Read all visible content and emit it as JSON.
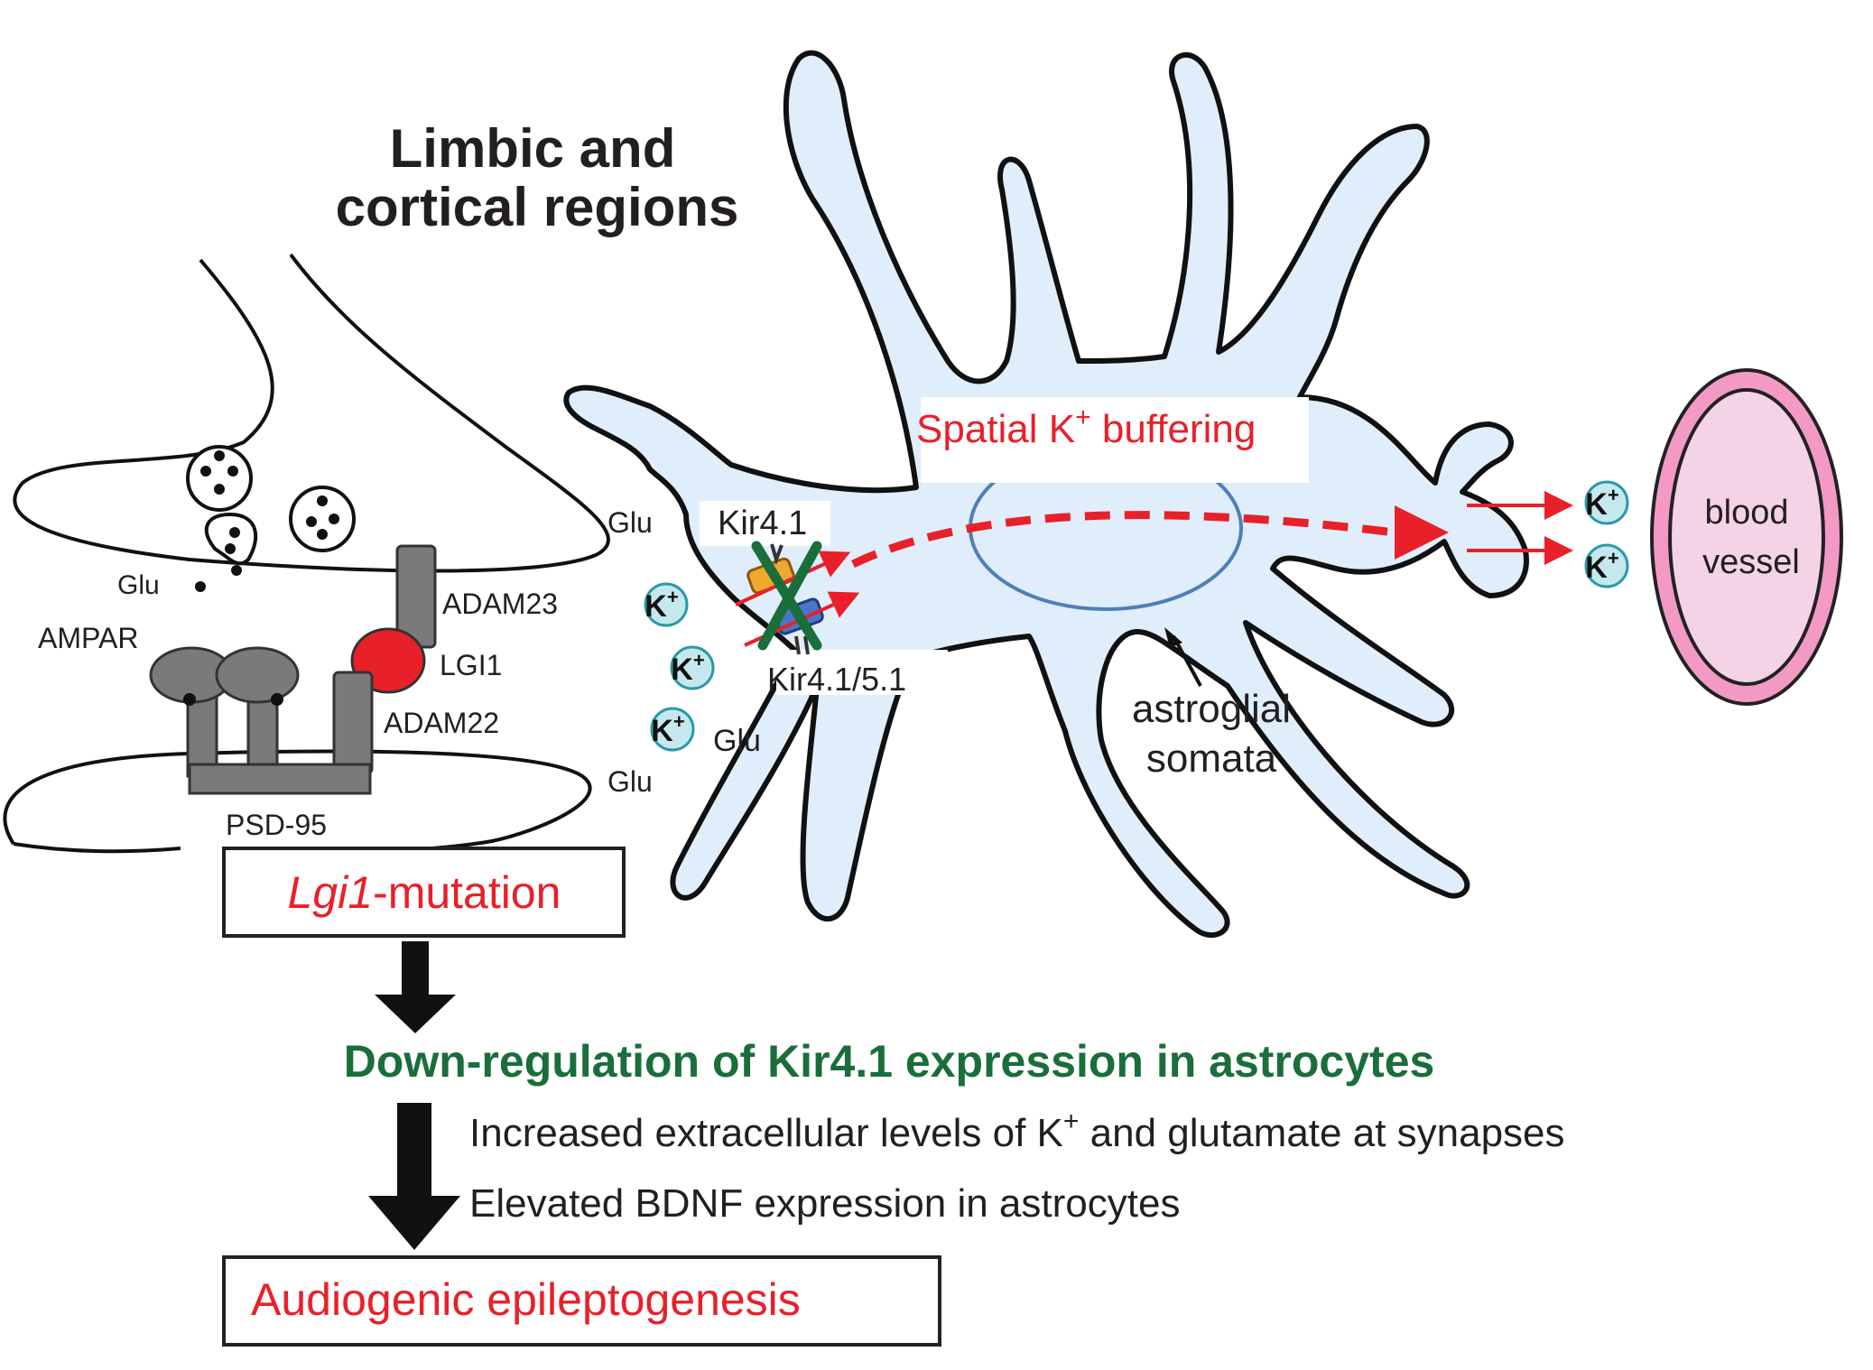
{
  "title": {
    "line1": "Limbic and",
    "line2": "cortical regions"
  },
  "synapse": {
    "glu_pre": "Glu",
    "glu_right_top": "Glu",
    "glu_right_bottom": "Glu",
    "ampar": "AMPAR",
    "adam23": "ADAM23",
    "lgi1": "LGI1",
    "adam22": "ADAM22",
    "psd95": "PSD-95"
  },
  "astrocyte": {
    "kir41": "Kir4.1",
    "kir4151": "Kir4.1/5.1",
    "k_ion": "K",
    "k_sup": "+",
    "glu_ext": "Glu",
    "buffering_pre": "Spatial K",
    "buffering_sup": "+",
    "buffering_post": " buffering",
    "somata_line1": "astroglial",
    "somata_line2": "somata"
  },
  "vessel": {
    "line1": "blood",
    "line2": "vessel"
  },
  "flow": {
    "mutation_italic": "Lgi1",
    "mutation_rest": "-mutation",
    "downreg": "Down-regulation of Kir4.1 expression in astrocytes",
    "effect1_pre": "Increased extracellular levels of K",
    "effect1_sup": "+",
    "effect1_post": " and glutamate at synapses",
    "effect2": "Elevated BDNF expression in astrocytes",
    "outcome": "Audiogenic epileptogenesis"
  },
  "colors": {
    "red": "#e8202a",
    "green": "#1a6e3a",
    "astro_fill": "#dfeefa",
    "ion_fill": "#c5e8ee",
    "vessel_outer": "#f29ac5",
    "vessel_inner": "#f3d3e5",
    "protein_gray": "#7a7a7a",
    "nucleus": "#4f7fb8"
  }
}
